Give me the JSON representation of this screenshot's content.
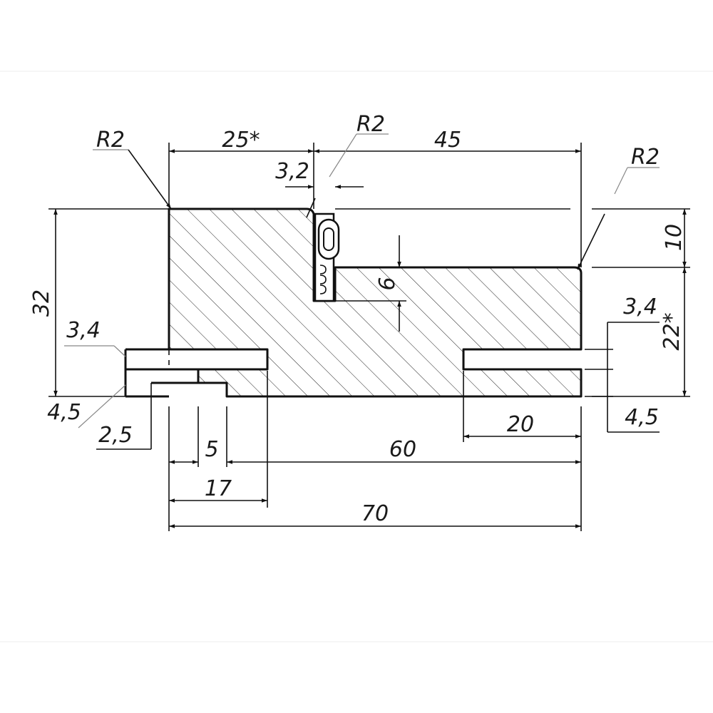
{
  "drawing": {
    "title": "",
    "dimensions": {
      "r2_left": "R2",
      "r2_mid": "R2",
      "r2_right": "R2",
      "width_25": "25*",
      "width_45": "45",
      "gap_3_2": "3,2",
      "height_10": "10",
      "height_32": "32",
      "height_6": "6",
      "height_22": "22*",
      "groove_3_4_left": "3,4",
      "groove_4_5_left": "4,5",
      "offset_2_5": "2,5",
      "groove_3_4_right": "3,4",
      "groove_4_5_right": "4,5",
      "width_5": "5",
      "width_60": "60",
      "width_20": "20",
      "width_17": "17",
      "width_70": "70"
    },
    "colors": {
      "line": "#111111",
      "hatch": "#222222",
      "text": "#1a1a1a",
      "background": "#ffffff"
    }
  }
}
